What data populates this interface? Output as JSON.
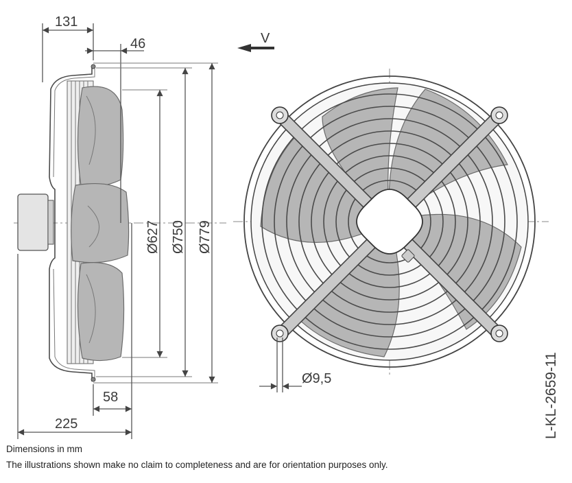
{
  "dimensions": {
    "d131": "131",
    "d46": "46",
    "d58": "58",
    "d225": "225",
    "d627": "Ø627",
    "d750": "Ø750",
    "d779": "Ø779",
    "d9_5": "Ø9,5"
  },
  "view_marker": "V",
  "drawing_code": "L-KL-2659-11",
  "notes": {
    "units": "Dimensions in mm",
    "disclaimer": "The illustrations shown make no claim to completeness and are for orientation purposes only."
  }
}
